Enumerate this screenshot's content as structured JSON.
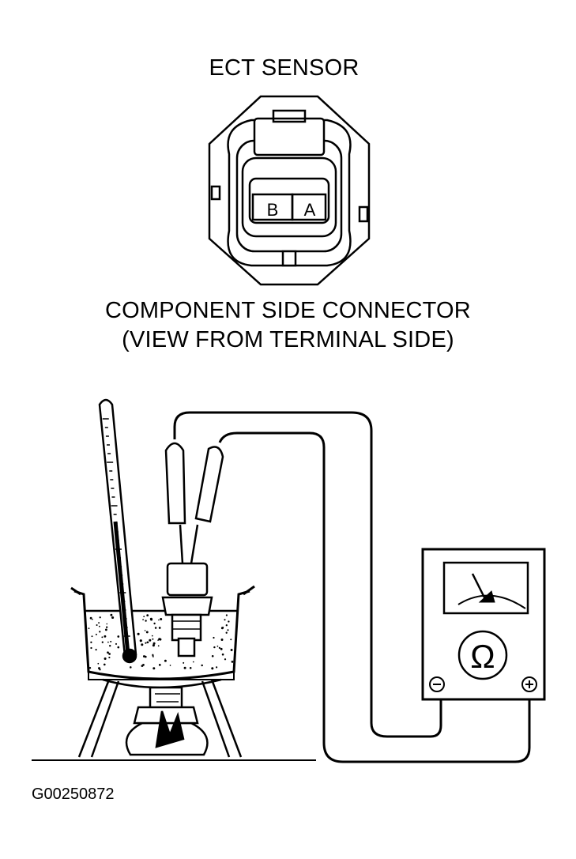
{
  "diagram": {
    "title": "ECT SENSOR",
    "connector_caption_line1": "COMPONENT SIDE CONNECTOR",
    "connector_caption_line2": "(VIEW FROM TERMINAL SIDE)",
    "terminal_b": "B",
    "terminal_a": "A",
    "figure_id": "G00250872"
  }
}
